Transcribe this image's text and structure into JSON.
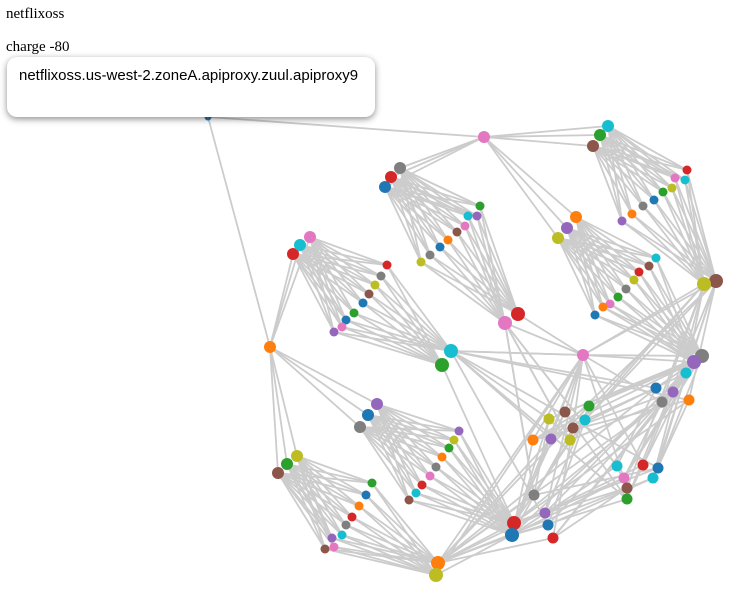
{
  "header": {
    "title": "netflixoss",
    "charge_label": "charge",
    "charge_value": "-80"
  },
  "tooltip": {
    "text": "netflixoss.us-west-2.zoneA.apiproxy.zuul.apiproxy9"
  },
  "palette": [
    "#1f77b4",
    "#ff7f0e",
    "#2ca02c",
    "#d62728",
    "#9467bd",
    "#8c564b",
    "#e377c2",
    "#7f7f7f",
    "#bcbd22",
    "#17becf"
  ],
  "link_color": "#cccccc"
}
